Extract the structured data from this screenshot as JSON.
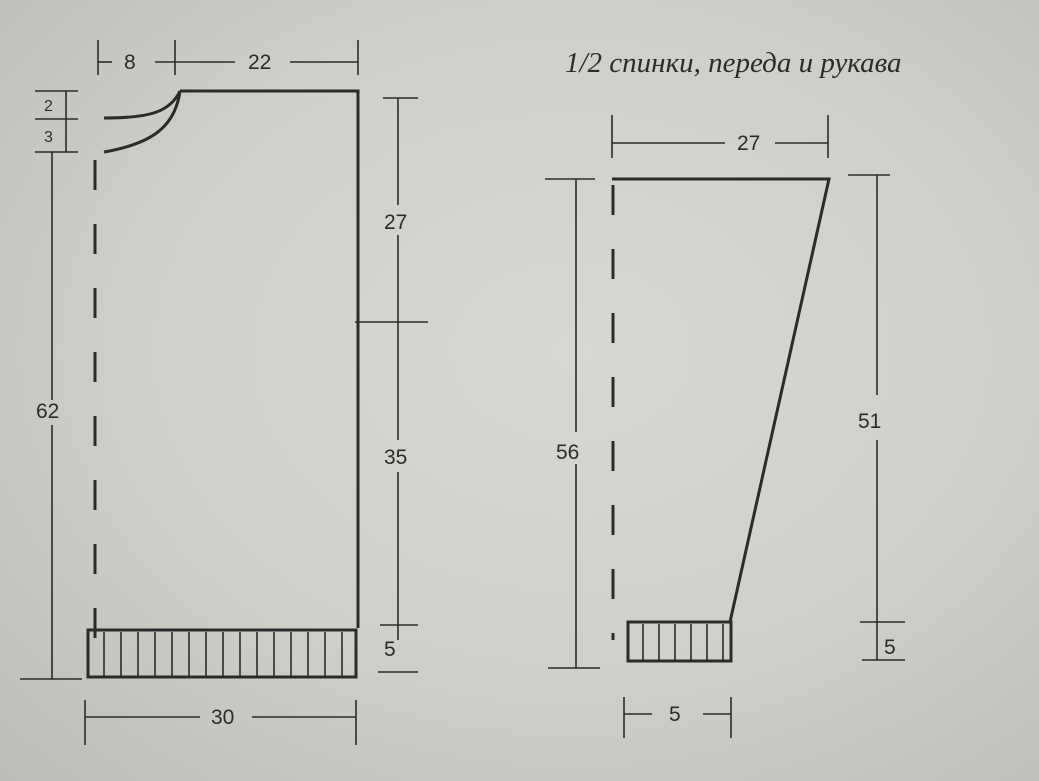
{
  "title": "1/2 спинки, переда и рукава",
  "body_piece": {
    "top_shoulder": "8",
    "top_width": "22",
    "neck_drop_1": "2",
    "neck_drop_2": "3",
    "total_height": "62",
    "armhole_height": "27",
    "side_height": "35",
    "rib_height": "5",
    "bottom_width": "30"
  },
  "sleeve_piece": {
    "top_width": "27",
    "total_height": "56",
    "taper_height": "51",
    "cuff_height": "5",
    "cuff_width": "5"
  }
}
